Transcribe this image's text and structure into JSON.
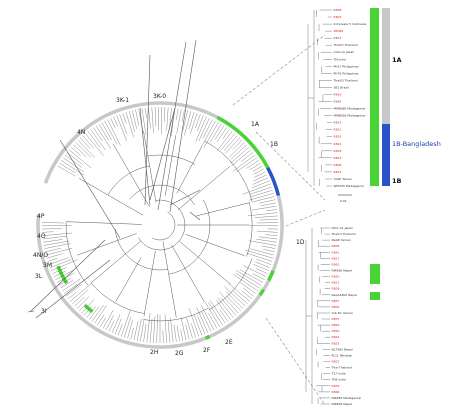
{
  "clade_labels": {
    "c3k1": "3K-1",
    "c3k0": "3K-0",
    "c4n": "4N",
    "c4p": "4P",
    "c4o": "4O",
    "c4no": "4N/O",
    "c3m": "3M",
    "c3l": "3L",
    "c3i": "3I",
    "c2h": "2H",
    "c2g": "2G",
    "c2f": "2F",
    "c2e": "2E",
    "c1a": "1A",
    "c1b": "1B",
    "c1d": "1D"
  },
  "upper_inset": {
    "group_1a": "1A",
    "group_1b_bangladesh": "1B-Bangladesh",
    "group_1b": "1B",
    "scale": "0.01",
    "leaves": [
      {
        "label": "RB38",
        "red": true
      },
      {
        "label": "RB03",
        "red": true
      },
      {
        "label": "Indonesia 5 Indonesia",
        "red": false
      },
      {
        "label": "ZB089",
        "red": true
      },
      {
        "label": "RB73",
        "red": true
      },
      {
        "label": "Thai07 Thailand",
        "red": false
      },
      {
        "label": "CAG-1A Japan",
        "red": false
      },
      {
        "label": "TN India",
        "red": false
      },
      {
        "label": "PH17 Philippines",
        "red": false
      },
      {
        "label": "PH75 Philippines",
        "red": false
      },
      {
        "label": "Thai03 Thailand",
        "red": false
      },
      {
        "label": "SB1 Brazil",
        "red": false
      },
      {
        "label": "RB16",
        "red": true
      },
      {
        "label": "RB45",
        "red": true
      },
      {
        "label": "MMB085 Madagascar",
        "red": false
      },
      {
        "label": "MMB058 Madagascar",
        "red": false
      },
      {
        "label": "RB15",
        "red": true
      },
      {
        "label": "RB21",
        "red": true
      },
      {
        "label": "RB03",
        "red": true
      },
      {
        "label": "RB24",
        "red": true
      },
      {
        "label": "RB18",
        "red": true
      },
      {
        "label": "RB23",
        "red": true
      },
      {
        "label": "RB08",
        "red": true
      },
      {
        "label": "RB12",
        "red": true
      },
      {
        "label": "YuGE Yemen",
        "red": false
      },
      {
        "label": "SE5030 Madagascar",
        "red": false
      }
    ]
  },
  "lower_inset": {
    "leaves": [
      {
        "label": "Nitro-21 Japan",
        "red": false
      },
      {
        "label": "Thai13 Thailand",
        "red": false
      },
      {
        "label": "NaGE Yemen",
        "red": false
      },
      {
        "label": "RB36",
        "red": true
      },
      {
        "label": "RB41",
        "red": true
      },
      {
        "label": "RB17",
        "red": true
      },
      {
        "label": "RB62",
        "red": true
      },
      {
        "label": "NI4680 Nepal",
        "red": false
      },
      {
        "label": "RB50",
        "red": true
      },
      {
        "label": "RB13",
        "red": true
      },
      {
        "label": "RB08",
        "red": true
      },
      {
        "label": "NepA5800 Nepal",
        "red": false
      },
      {
        "label": "RB57",
        "red": true
      },
      {
        "label": "RB05",
        "red": true
      },
      {
        "label": "Yub D1 Yemen",
        "red": false
      },
      {
        "label": "RB37",
        "red": true
      },
      {
        "label": "RB64",
        "red": true
      },
      {
        "label": "RB30",
        "red": true
      },
      {
        "label": "RB44",
        "red": true
      },
      {
        "label": "RB35",
        "red": true
      },
      {
        "label": "NL7985 Nepal",
        "red": false
      },
      {
        "label": "PL11 Pakistan",
        "red": false
      },
      {
        "label": "RB22",
        "red": true
      },
      {
        "label": "Thai Thailand",
        "red": false
      },
      {
        "label": "T17 India",
        "red": false
      },
      {
        "label": "TN5 India",
        "red": false
      },
      {
        "label": "RB39",
        "red": true
      },
      {
        "label": "RB66",
        "red": true
      },
      {
        "label": "NI4685 Madagascar",
        "red": false
      },
      {
        "label": "NI4684 Nepal",
        "red": false
      }
    ]
  },
  "colors": {
    "green": "#47d434",
    "blue": "#2a52c9",
    "ring_gray": "#c8c8c8",
    "line": "#555555",
    "red_label": "#d92a2a"
  }
}
